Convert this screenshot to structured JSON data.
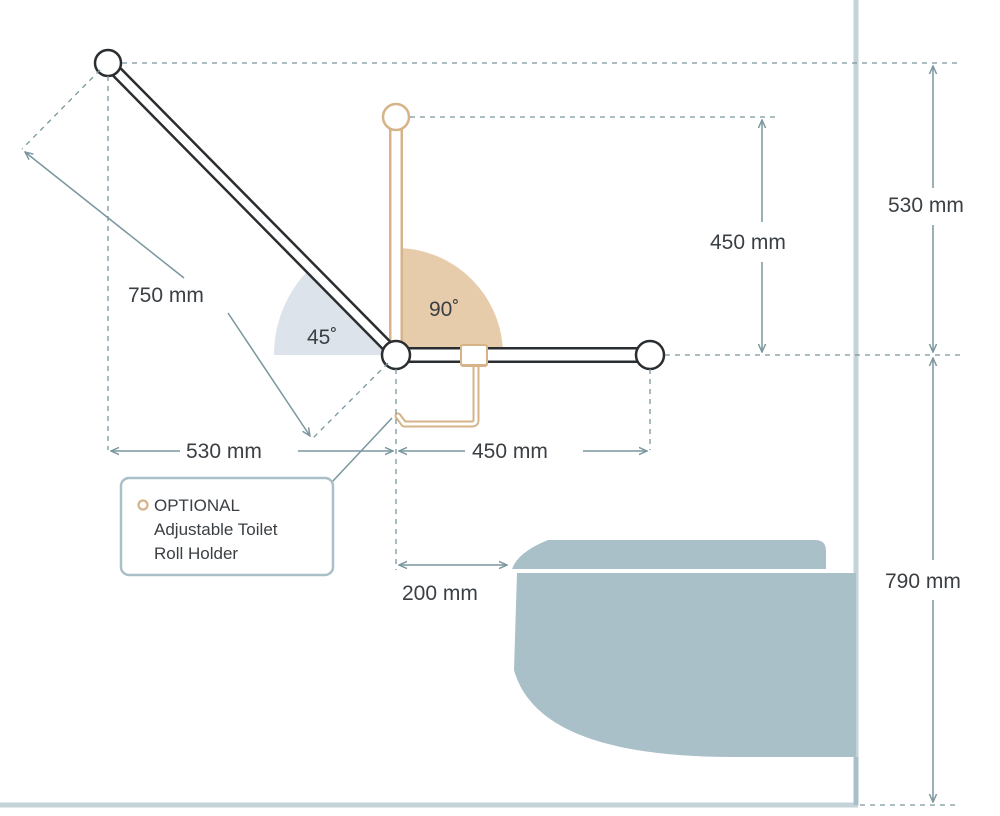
{
  "colors": {
    "rail": "#2b2e31",
    "accent": "#d6b388",
    "toilet": "#a9c0c8",
    "wall": "#c3d3d8",
    "dimension": "#7a969e",
    "angle45_fill": "#dde3ea",
    "angle90_fill": "#e5c9a5"
  },
  "angles": {
    "diagonal": "45˚",
    "vertical": "90˚"
  },
  "dimensions": {
    "diagonal_length": "750 mm",
    "left_horizontal": "530 mm",
    "right_horizontal": "450 mm",
    "vertical_rail_height": "450 mm",
    "top_height": "530 mm",
    "floor_height": "790 mm",
    "toilet_offset": "200 mm"
  },
  "callout": {
    "title": "OPTIONAL",
    "line1": "Adjustable Toilet",
    "line2": "Roll Holder"
  }
}
